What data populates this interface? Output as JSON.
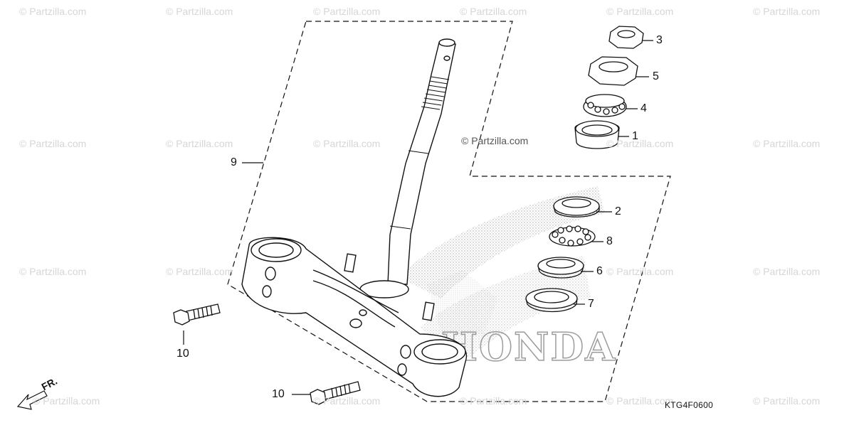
{
  "watermark": "© Partzilla.com",
  "callouts": {
    "c1": "1",
    "c2": "2",
    "c3": "3",
    "c4": "4",
    "c5": "5",
    "c6": "6",
    "c7": "7",
    "c8": "8",
    "c9": "9",
    "c10a": "10",
    "c10b": "10"
  },
  "diagram_code": "KTG4F0600",
  "front_indicator": "FR.",
  "brand_mark": "HONDA"
}
